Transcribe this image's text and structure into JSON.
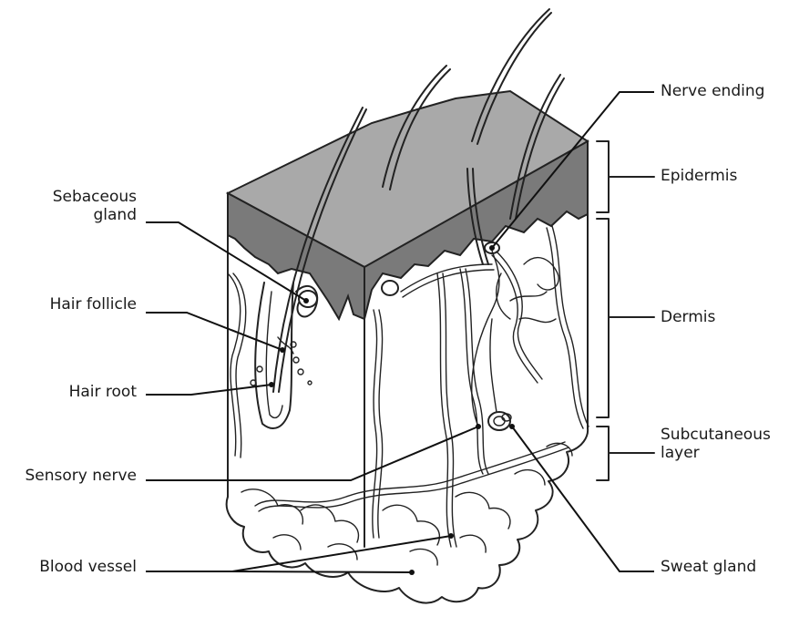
{
  "labels": {
    "sebaceous_gland": "Sebaceous\ngland",
    "hair_follicle": "Hair follicle",
    "hair_root": "Hair root",
    "sensory_nerve": "Sensory nerve",
    "blood_vessel": "Blood vessel",
    "nerve_ending": "Nerve ending",
    "epidermis": "Epidermis",
    "dermis": "Dermis",
    "subcutaneous_layer": "Subcutaneous\nlayer",
    "sweat_gland": "Sweat gland"
  },
  "colors": {
    "epidermis_top": "#a9a9a9",
    "epidermis_side": "#7a7a7a",
    "outline": "#222222",
    "background": "#ffffff"
  }
}
